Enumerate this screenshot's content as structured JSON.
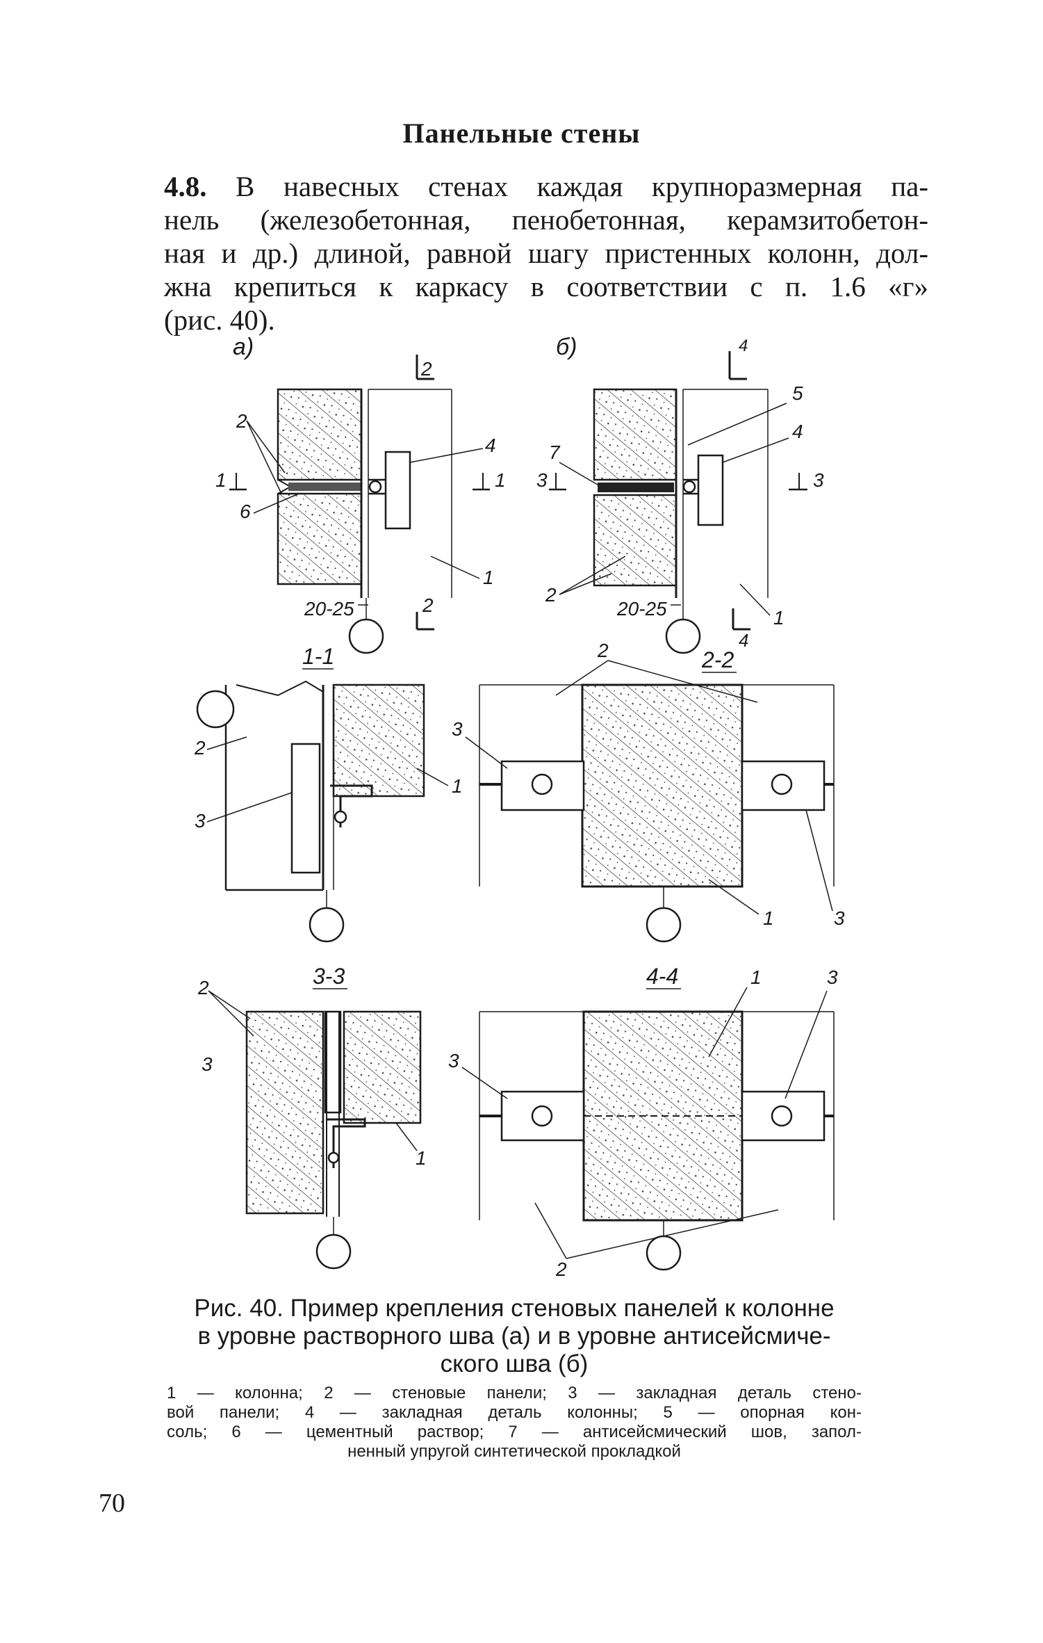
{
  "heading": "Панельные стены",
  "paragraph": {
    "number": "4.8.",
    "lines": [
      "В навесных стенах каждая крупноразмерная па-",
      "нель (железобетонная, пенобетонная, керамзитобетон-",
      "ная и др.) длиной, равной шагу пристенных колонн, дол-",
      "жна крепиться к каркасу в соответствии с п. 1.6 «г»",
      "(рис. 40)."
    ]
  },
  "figure": {
    "label_a": "а)",
    "label_b": "б)",
    "section_1_1": "1-1",
    "section_2_2": "2-2",
    "section_3_3": "3-3",
    "section_4_4": "4-4",
    "dim_a": "20-25",
    "dim_b": "20-25",
    "cut_a_2_top": "2",
    "cut_a_2_bottom": "2",
    "cut_a_1_left": "1",
    "cut_a_1_right": "1",
    "cut_b_4_top": "4",
    "cut_b_4_bottom": "4",
    "cut_b_3_left": "3",
    "cut_b_3_right": "3",
    "callouts": {
      "a_2": "2",
      "a_4": "4",
      "a_6": "6",
      "a_1": "1",
      "b_5": "5",
      "b_4": "4",
      "b_7": "7",
      "b_2": "2",
      "b_1": "1",
      "s11_2": "2",
      "s11_3": "3",
      "s11_1": "1",
      "s22_2": "2",
      "s22_3l": "3",
      "s22_1": "1",
      "s22_3r": "3",
      "s33_2": "2",
      "s33_3": "3",
      "s33_1": "1",
      "s44_1": "1",
      "s44_3r": "3",
      "s44_3l": "3",
      "s44_2": "2"
    }
  },
  "caption": {
    "lines": [
      "Рис. 40. Пример крепления стеновых панелей к колонне",
      "в уровне растворного шва (а) и в уровне антисейсмиче-",
      "ского шва (б)"
    ]
  },
  "legend": {
    "lines": [
      "1 — колонна; 2 — стеновые панели; 3 — закладная деталь стено-",
      "вой панели; 4 — закладная деталь колонны; 5 — опорная кон-",
      "соль; 6 — цементный раствор; 7 — антисейсмический шов, запол-",
      "ненный упругой синтетической прокладкой"
    ]
  },
  "page_number": "70"
}
